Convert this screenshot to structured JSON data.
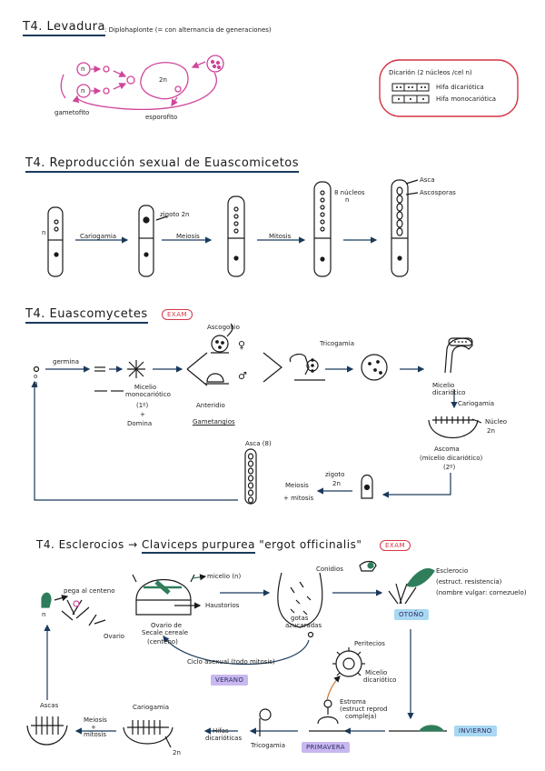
{
  "s1": {
    "title": "T4. Levadura",
    "subtitle": ": Diplohaplonte (= con alternancia de generaciones)",
    "n1": "n",
    "n2": "n",
    "twon": "2n",
    "gametofito": "gametofito",
    "esporofito": "esporofito",
    "legend_title": "Dicarión (2 núcleos /cel n)",
    "legend_row1": "Hifa dicariótica",
    "legend_row2": "Hifa monocariótica"
  },
  "s2": {
    "title": "T4. Reproducción sexual de Euascomicetos",
    "n": "n",
    "cariogamia": "Cariogamia",
    "zigoto": "zigoto 2n",
    "meiosis": "Meiosis",
    "mitosis": "Mitosis",
    "ocho_nucleos": "8 núcleos",
    "ocho_n": "n",
    "asca": "Asca",
    "ascosporas": "Ascosporas"
  },
  "s3": {
    "title": "T4. Euascomycetes",
    "exam": "EXAM",
    "o": "o",
    "n": "n",
    "germina": "germina",
    "micelio_mono": "Micelio monocariótico",
    "paren": "(1º)",
    "mas": "+",
    "domina": "Domina",
    "ascogonio": "Ascogonio",
    "anteridio": "Anteridio",
    "gametangios": "Gametangios",
    "fem": "♀",
    "masc": "♂",
    "tricogamia": "Tricogamia",
    "micelio_dicar": "Micelio dicariótico",
    "cariogamia": "Cariogamia",
    "nucleo": "Núcleo",
    "twon": "2n",
    "ascoma": "Ascoma",
    "ascoma_sub": "(micelio dicariótico)",
    "ascoma_paren": "(2º)",
    "asca8": "Asca (8)",
    "zigoto": "zigoto",
    "zigoto2n": "2n",
    "meiosis": "Meiosis",
    "mitosis": "+ mitosis"
  },
  "s4": {
    "title_a": "T4. Esclerocios",
    "arrow": "→",
    "title_b": "Claviceps purpurea",
    "title_c": "\"ergot officinalis\"",
    "exam": "EXAM",
    "n": "n",
    "pega": "pega al centeno",
    "ovario": "Ovario",
    "micelio_n": "micelio (n)",
    "haustorios": "Haustorios",
    "ovario_secale": "Ovario de",
    "ovario_secale2": "Secale cereale",
    "ovario_secale3": "(centeno)",
    "conidios": "Conidios",
    "gotas": "gotas",
    "gotas2": "azucaradas",
    "esclerocio": "Esclerocio",
    "esc1": "(estruct. resistencia)",
    "esc2": "(nombre vulgar: cornezuelo)",
    "otono": "OTOÑO",
    "ciclo": "Ciclo asexual (todo mitosis)",
    "verano": "VERANO",
    "peritecios": "Peritecios",
    "micelio_dic": "Micelio",
    "micelio_dic2": "dicariótico",
    "estroma": "Estroma",
    "estroma2": "(estruct reprod",
    "estroma3": "compleja)",
    "primavera": "PRIMAVERA",
    "invierno": "INVIERNO",
    "ascas": "Ascas",
    "meiosis": "Meiosis",
    "mitosis_a": "+",
    "mitosis_b": "mitosis",
    "cariogamia": "Cariogamia",
    "twon": "2n",
    "hifas": "Hifas",
    "hifas2": "dicarióticas",
    "tricogamia": "Tricogamia"
  },
  "colors": {
    "ink": "#1a1a1a",
    "navy": "#1a3a5c",
    "pink": "#d0459b",
    "red": "#d63545",
    "green": "#2f7d5b",
    "orange": "#c8702a"
  }
}
